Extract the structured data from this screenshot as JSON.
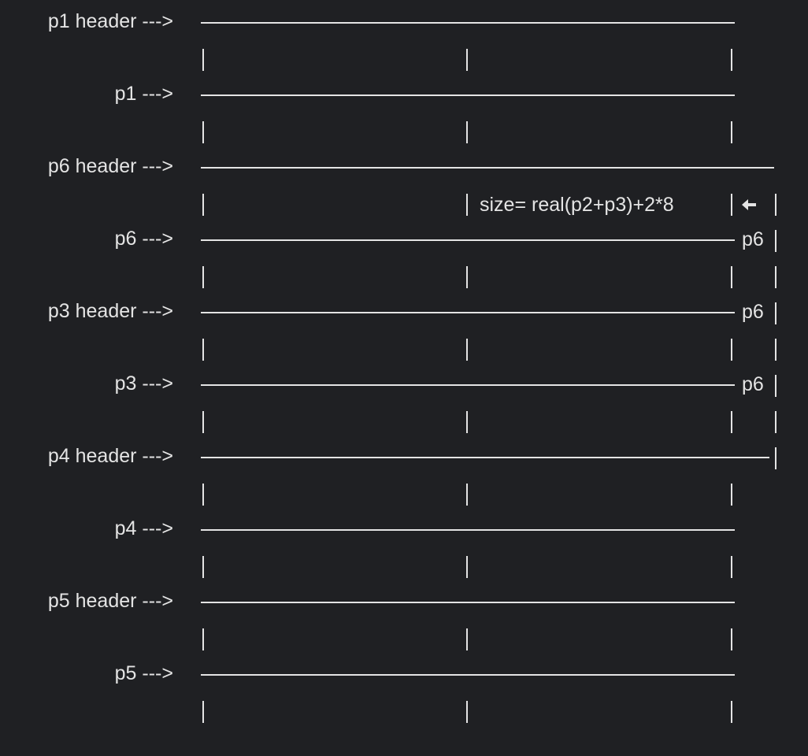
{
  "rows": [
    {
      "id": "p1-header",
      "label": "p1 header --->"
    },
    {
      "id": "p1",
      "label": "p1 --->"
    },
    {
      "id": "p6-header",
      "label": "p6 header --->"
    },
    {
      "id": "p6",
      "label": "p6 --->"
    },
    {
      "id": "p3-header",
      "label": "p3 header --->"
    },
    {
      "id": "p3",
      "label": "p3 --->"
    },
    {
      "id": "p4-header",
      "label": "p4 header --->"
    },
    {
      "id": "p4",
      "label": "p4 --->"
    },
    {
      "id": "p5-header",
      "label": "p5 header --->"
    },
    {
      "id": "p5",
      "label": "p5 --->"
    }
  ],
  "annotations": {
    "size_formula": "size= real(p2+p3)+2*8",
    "p6_marker": "p6",
    "arrow_icon": "arrow-left-icon"
  },
  "colors": {
    "background": "#1f2023",
    "foreground": "#e4e4e4"
  }
}
